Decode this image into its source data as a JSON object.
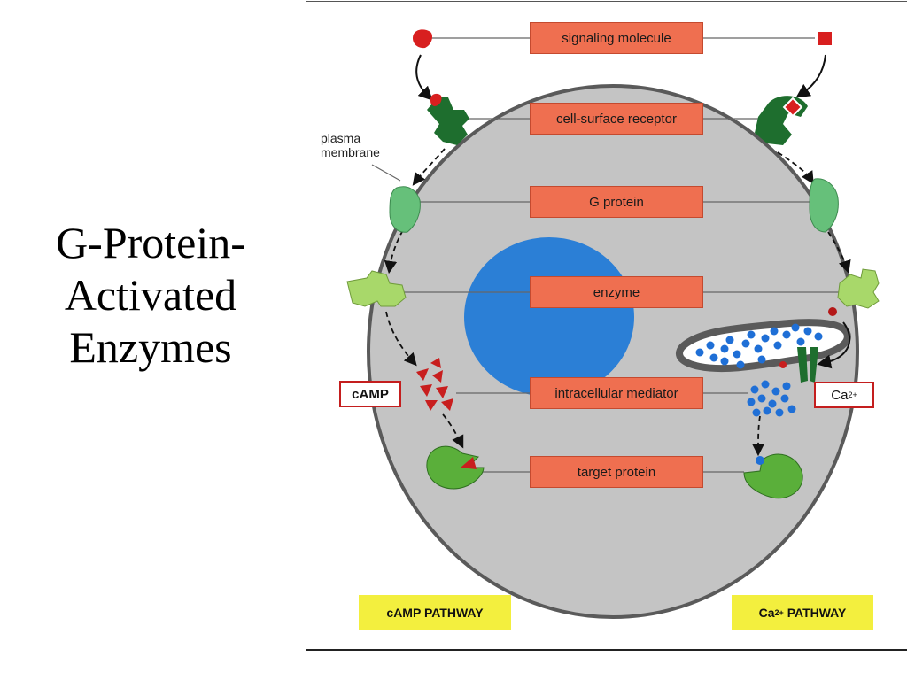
{
  "slide": {
    "title_lines": [
      "G-Protein-",
      "Activated",
      "Enzymes"
    ]
  },
  "diagram": {
    "labels": {
      "signaling_molecule": "signaling molecule",
      "cell_surface_receptor": "cell-surface receptor",
      "g_protein": "G protein",
      "enzyme": "enzyme",
      "intracellular_mediator": "intracellular mediator",
      "target_protein": "target protein"
    },
    "membrane_label_lines": [
      "plasma",
      "membrane"
    ],
    "camp_label": "cAMP",
    "calcium_label": {
      "base": "Ca",
      "sup": "2+"
    },
    "camp_pathway": "cAMP PATHWAY",
    "calcium_pathway": {
      "base": "Ca",
      "sup": "2+",
      "rest": " PATHWAY"
    },
    "colors": {
      "cell_fill": "#c4c4c4",
      "nucleus": "#2b7fd6",
      "label_box": "#ef6f50",
      "receptor_green": "#1e6e2e",
      "g_protein_green": "#66c07a",
      "enzyme_green": "#a8d86a",
      "target_green": "#5aaf3a",
      "signal_red": "#d81f1f",
      "calcium_blue": "#1f6fd6",
      "pathway_yellow": "#f3ef3e"
    }
  }
}
